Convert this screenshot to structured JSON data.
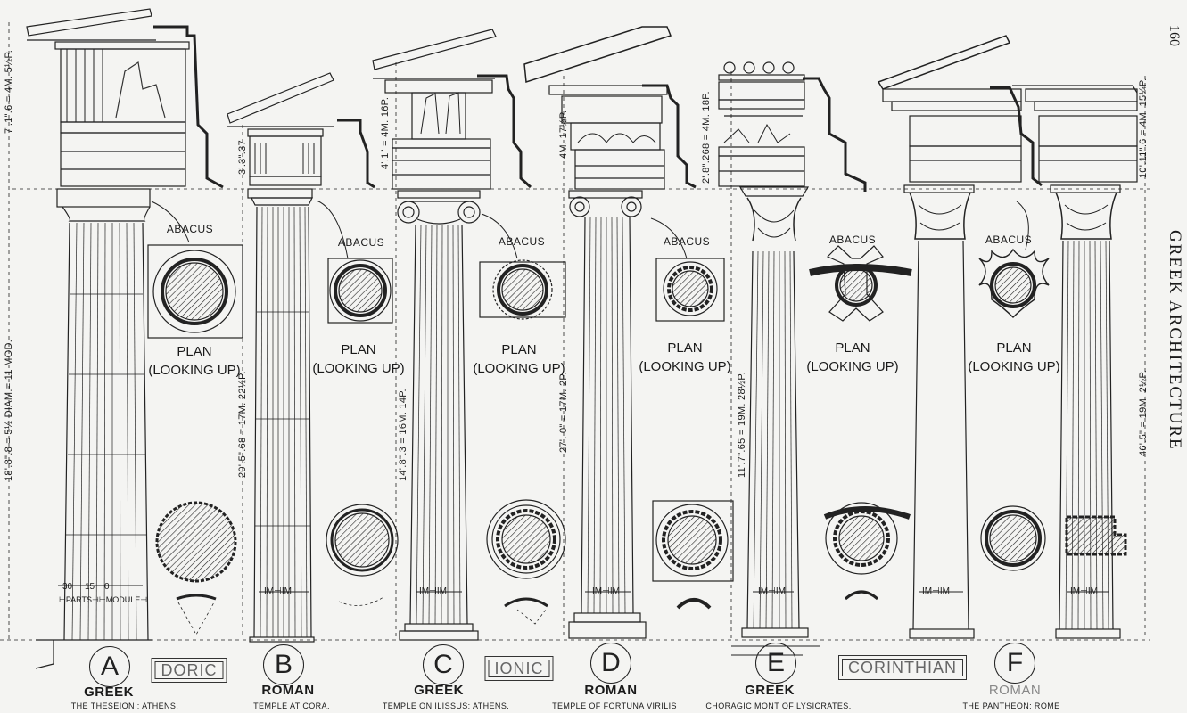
{
  "page_title": "GREEK ARCHITECTURE",
  "page_number": "160",
  "abacus_label": "ABACUS",
  "plan_label": [
    "PLAN",
    "(LOOKING UP)"
  ],
  "module_marker": "IM⊣IM",
  "scale": {
    "n30": "30",
    "n15": "15",
    "n0": "0",
    "parts_module": "⊢PARTS⊣⊢MODULE⊣"
  },
  "orders": {
    "doric": "DORIC",
    "ionic": "IONIC",
    "corinthian": "CORINTHIAN"
  },
  "columns": [
    {
      "letter": "A",
      "origin": "GREEK",
      "caption": "THE THESEION : ATHENS.",
      "height_dim": "18'.8\".8 = 5½ DIAM.= 11 MOD.",
      "entab_dim": "7'.1\".6 = 4M. 5½P."
    },
    {
      "letter": "B",
      "origin": "ROMAN",
      "caption": "TEMPLE AT CORA.",
      "height_dim": "20'.5\".68 = 17M. 22½P.",
      "entab_dim": "3'.3\".37"
    },
    {
      "letter": "C",
      "origin": "GREEK",
      "caption": "TEMPLE ON ILISSUS: ATHENS.",
      "height_dim": "14'.8\".3 = 16M. 14P.",
      "entab_dim": "4'.1\" = 4M. 16P."
    },
    {
      "letter": "D",
      "origin": "ROMAN",
      "caption": "TEMPLE OF FORTUNA VIRILIS",
      "height_dim": "27'. 0\" = 17M. 2P.",
      "entab_dim": "4M. 17½P."
    },
    {
      "letter": "E",
      "origin": "GREEK",
      "caption": "CHORAGIC MONT OF LYSICRATES.",
      "height_dim": "11'.7\".65 = 19M. 28½P.",
      "entab_dim": "2'.8\".268 = 4M. 18P."
    },
    {
      "letter": "F",
      "origin": "ROMAN",
      "caption": "THE PANTHEON: ROME",
      "height_dim": "46'.5\" = 19M. 2½P.",
      "entab_dim": "10'.11\".6 = 4M. 15¼P."
    }
  ]
}
